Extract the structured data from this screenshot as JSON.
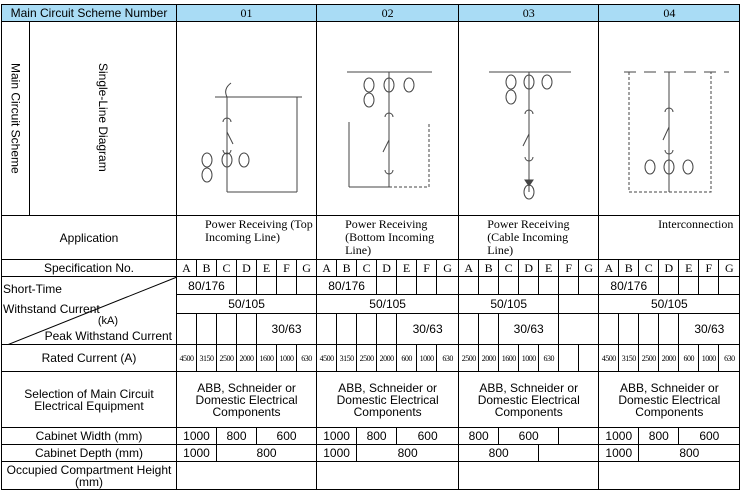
{
  "header": {
    "label": "Main Circuit Scheme Number",
    "schemes": [
      "01",
      "02",
      "03",
      "04"
    ]
  },
  "diagram": {
    "group_label": "Main Circuit Scheme",
    "row_label": "Single-Line Diagram"
  },
  "application": {
    "label": "Application",
    "values": [
      "Power Receiving (Top Incoming Line)",
      "Power Receiving (Bottom Incoming Line)",
      "Power Receiving (Cable Incoming Line)",
      "Interconnection"
    ]
  },
  "spec": {
    "label": "Specification No.",
    "letters": [
      "A",
      "B",
      "C",
      "D",
      "E",
      "F",
      "G"
    ]
  },
  "withstand": {
    "short_label": "Short-Time Withstand Current",
    "unit": "(kA)",
    "peak_label": "Peak Withstand Current",
    "v80": "80/176",
    "v50": "50/105",
    "v30": "30/63"
  },
  "rated": {
    "label": "Rated Current (A)",
    "s01": [
      "4500",
      "3150",
      "2500",
      "2000",
      "1600",
      "1000",
      "630"
    ],
    "s02": [
      "4500",
      "3150",
      "2500",
      "2000",
      "600",
      "1000",
      "630"
    ],
    "s03": [
      "2500",
      "2000",
      "1600",
      "1000",
      "630"
    ],
    "s04": [
      "4500",
      "3150",
      "2500",
      "2000",
      "600",
      "1000",
      "630"
    ]
  },
  "selection": {
    "label": "Selection of Main Circuit Electrical Equipment",
    "value": "ABB, Schneider or Domestic Electrical Components"
  },
  "width": {
    "label": "Cabinet Width (mm)",
    "v1000": "1000",
    "v800": "800",
    "v600": "600"
  },
  "depth": {
    "label": "Cabinet Depth (mm)",
    "v1000": "1000",
    "v800": "800"
  },
  "height": {
    "label": "Occupied Compartment Height (mm)"
  },
  "colors": {
    "header_bg": "#a9dcf5"
  }
}
